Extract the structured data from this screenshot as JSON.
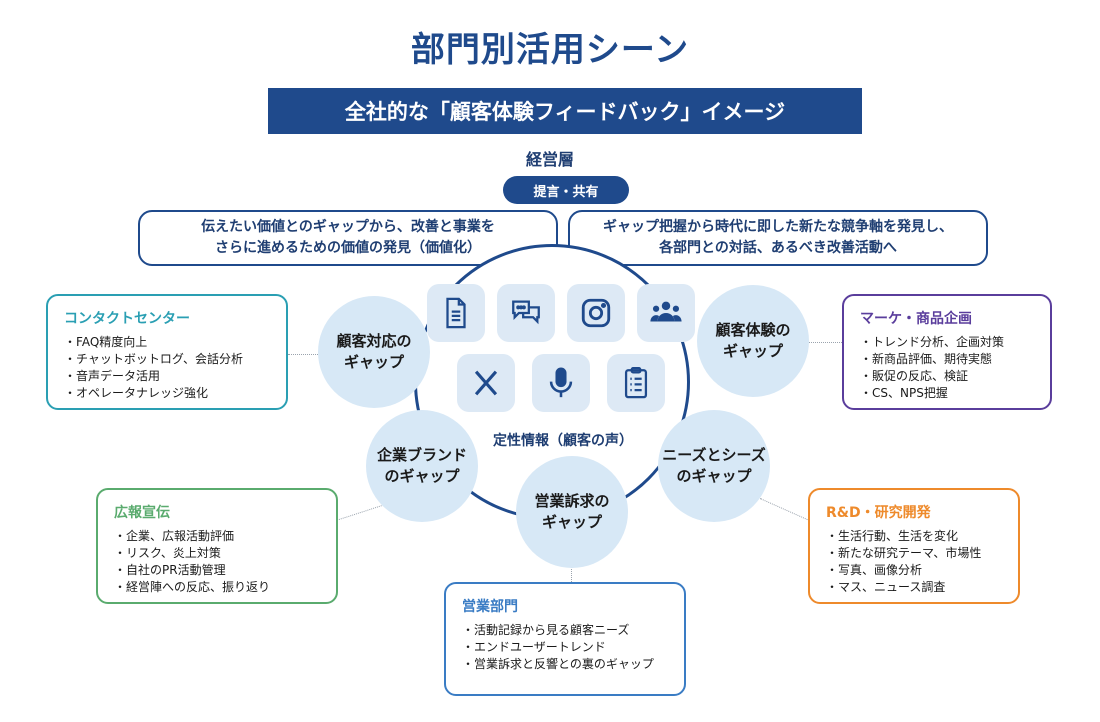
{
  "title": "部門別活用シーン",
  "subtitle": "全社的な「顧客体験フィードバック」イメージ",
  "management": {
    "label": "経営層",
    "pill": "提言・共有",
    "bubbles": [
      {
        "lines": [
          "伝えたい価値とのギャップから、改善と事業を",
          "さらに進めるための価値の発見（価値化）"
        ]
      },
      {
        "lines": [
          "ギャップ把握から時代に即した新たな競争軸を発見し、",
          "各部門との対話、あるべき改善活動へ"
        ]
      }
    ]
  },
  "center_label": "定性情報（顧客の声）",
  "icons": [
    "document-icon",
    "chat-icon",
    "instagram-icon",
    "group-icon",
    "x-icon",
    "microphone-icon",
    "checklist-icon"
  ],
  "gaps": [
    {
      "lines": [
        "顧客対応の",
        "ギャップ"
      ]
    },
    {
      "lines": [
        "顧客体験の",
        "ギャップ"
      ]
    },
    {
      "lines": [
        "企業ブランド",
        "のギャップ"
      ]
    },
    {
      "lines": [
        "ニーズとシーズ",
        "のギャップ"
      ]
    },
    {
      "lines": [
        "営業訴求の",
        "ギャップ"
      ]
    }
  ],
  "departments": [
    {
      "title": "コンタクトセンター",
      "color": "#2a9fb3",
      "items": [
        "FAQ精度向上",
        "チャットボットログ、会話分析",
        "音声データ活用",
        "オペレータナレッジ強化"
      ]
    },
    {
      "title": "マーケ・商品企画",
      "color": "#5a3d9c",
      "items": [
        "トレンド分析、企画対策",
        "新商品評価、期待実態",
        "販促の反応、検証",
        "CS、NPS把握"
      ]
    },
    {
      "title": "広報宣伝",
      "color": "#5aab6e",
      "items": [
        "企業、広報活動評価",
        "リスク、炎上対策",
        "自社のPR活動管理",
        "経営陣への反応、振り返り"
      ]
    },
    {
      "title": "R&D・研究開発",
      "color": "#ee8a2b",
      "items": [
        "生活行動、生活を変化",
        "新たな研究テーマ、市場性",
        "写真、画像分析",
        "マス、ニュース調査"
      ]
    },
    {
      "title": "営業部門",
      "color": "#3a7cc4",
      "items": [
        "活動記録から見る顧客ニーズ",
        "エンドユーザートレンド",
        "営業訴求と反響との裏のギャップ"
      ]
    }
  ],
  "colors": {
    "primary": "#1f4a8c",
    "gap_fill": "#d7e8f6",
    "icon_tile": "#dde9f5"
  }
}
